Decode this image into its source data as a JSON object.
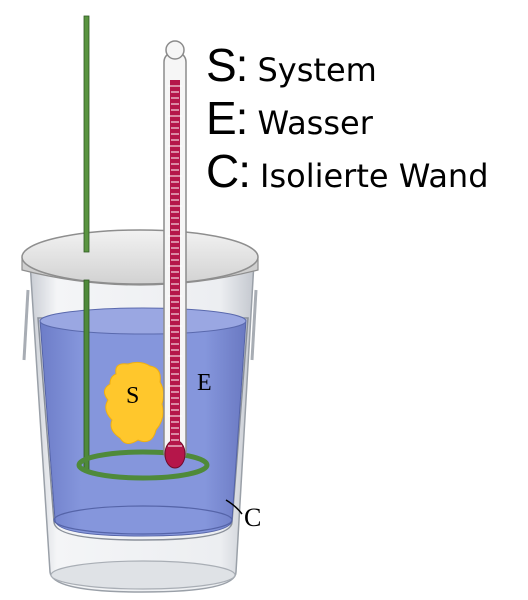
{
  "legend": [
    {
      "key": "S:",
      "value": "System"
    },
    {
      "key": "E:",
      "value": "Wasser"
    },
    {
      "key": "C:",
      "value": "Isolierte Wand"
    }
  ],
  "labels": {
    "system": "S",
    "environment": "E",
    "container": "C"
  },
  "colors": {
    "water": "#7f8fd6",
    "stirrer": "#4f8a3a",
    "system_blob": "#ffc72c",
    "thermometer_liquid": "#b5164a",
    "container_glass": "#e9ecf0",
    "lid": "#e6e6e6"
  }
}
